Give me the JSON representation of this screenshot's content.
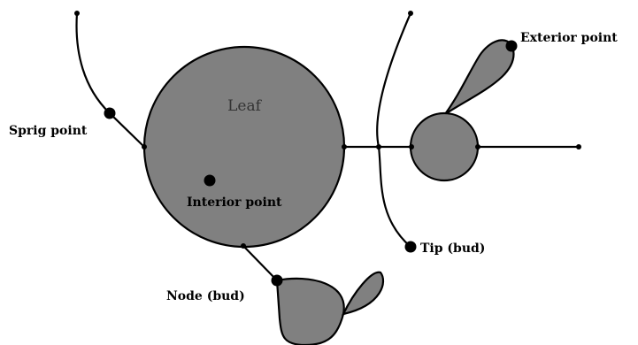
{
  "colors": {
    "fill": "#808080",
    "stroke": "#000000",
    "background": "#ffffff"
  },
  "labels": {
    "leaf": "Leaf",
    "sprig_point": "Sprig point",
    "interior_point": "Interior point",
    "exterior_point": "Exterior point",
    "tip_bud": "Tip (bud)",
    "node_bud": "Node (bud)"
  }
}
